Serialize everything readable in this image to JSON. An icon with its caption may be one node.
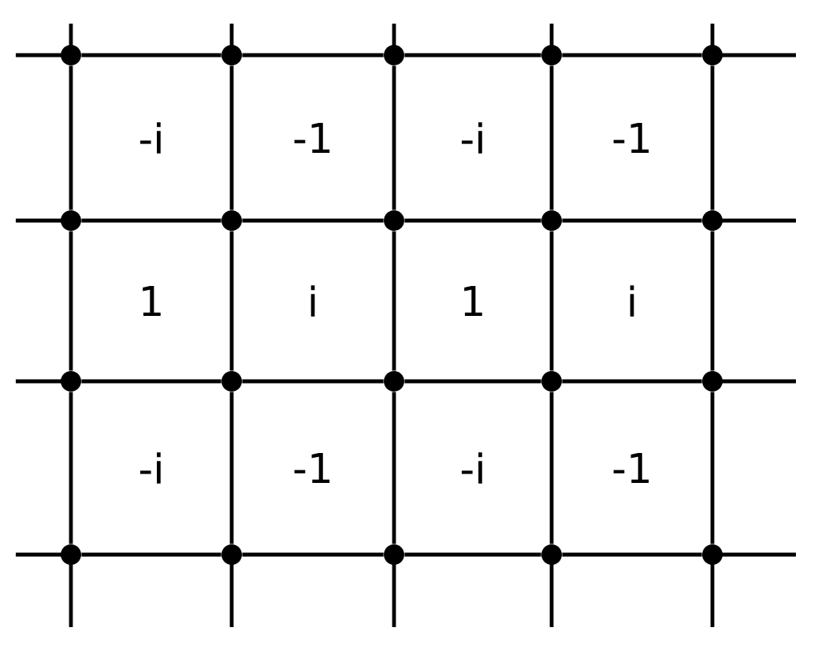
{
  "diagram": {
    "nodes": [
      {
        "text": [],
        "shape": "circle"
      },
      {
        "text": [],
        "shape": "circle"
      },
      {
        "text": [],
        "shape": "circle"
      },
      {
        "text": [],
        "shape": "circle"
      },
      {
        "text": [],
        "shape": "circle"
      },
      {
        "text": [],
        "shape": "circle"
      },
      {
        "text": [],
        "shape": "circle"
      },
      {
        "text": [],
        "shape": "circle"
      },
      {
        "text": [],
        "shape": "circle"
      },
      {
        "text": [],
        "shape": "circle"
      },
      {
        "text": [],
        "shape": "circle"
      },
      {
        "text": [],
        "shape": "circle"
      },
      {
        "text": [],
        "shape": "circle"
      },
      {
        "text": [],
        "shape": "circle"
      },
      {
        "text": [],
        "shape": "circle"
      },
      {
        "text": [],
        "shape": "circle"
      },
      {
        "text": [],
        "shape": "circle"
      },
      {
        "text": [],
        "shape": "circle"
      },
      {
        "text": [],
        "shape": "circle"
      },
      {
        "text": [],
        "shape": "circle"
      }
    ],
    "edges": [
      {
        "from": 0,
        "to": 1,
        "arrow": "none"
      },
      {
        "from": 1,
        "to": 2,
        "arrow": "none"
      },
      {
        "from": 2,
        "to": 3,
        "arrow": "none"
      },
      {
        "from": 3,
        "to": 4,
        "arrow": "none"
      },
      {
        "from": 5,
        "to": 6,
        "arrow": "none"
      },
      {
        "from": 6,
        "to": 7,
        "arrow": "none"
      },
      {
        "from": 7,
        "to": 8,
        "arrow": "none"
      },
      {
        "from": 8,
        "to": 9,
        "arrow": "none"
      },
      {
        "from": 10,
        "to": 11,
        "arrow": "none"
      },
      {
        "from": 11,
        "to": 12,
        "arrow": "none"
      },
      {
        "from": 12,
        "to": 13,
        "arrow": "none"
      },
      {
        "from": 13,
        "to": 14,
        "arrow": "none"
      },
      {
        "from": 15,
        "to": 16,
        "arrow": "none"
      },
      {
        "from": 16,
        "to": 17,
        "arrow": "none"
      },
      {
        "from": 17,
        "to": 18,
        "arrow": "none"
      },
      {
        "from": 18,
        "to": 19,
        "arrow": "none"
      },
      {
        "from": 0,
        "to": 5,
        "arrow": "none"
      },
      {
        "from": 1,
        "to": 6,
        "arrow": "none"
      },
      {
        "from": 2,
        "to": 7,
        "arrow": "none"
      },
      {
        "from": 3,
        "to": 8,
        "arrow": "none"
      },
      {
        "from": 4,
        "to": 9,
        "arrow": "none"
      },
      {
        "from": 5,
        "to": 10,
        "arrow": "none"
      },
      {
        "from": 6,
        "to": 11,
        "arrow": "none"
      },
      {
        "from": 7,
        "to": 12,
        "arrow": "none"
      },
      {
        "from": 8,
        "to": 13,
        "arrow": "none"
      },
      {
        "from": 9,
        "to": 14,
        "arrow": "none"
      },
      {
        "from": 10,
        "to": 15,
        "arrow": "none"
      },
      {
        "from": 11,
        "to": 16,
        "arrow": "none"
      },
      {
        "from": 12,
        "to": 17,
        "arrow": "none"
      },
      {
        "from": 13,
        "to": 18,
        "arrow": "none"
      },
      {
        "from": 14,
        "to": 19,
        "arrow": "none"
      }
    ],
    "labels": [
      "-i",
      "-1",
      "-i",
      "-1",
      "1",
      "i",
      "1",
      "i",
      "-i",
      "-1",
      "-i",
      "-1"
    ]
  }
}
